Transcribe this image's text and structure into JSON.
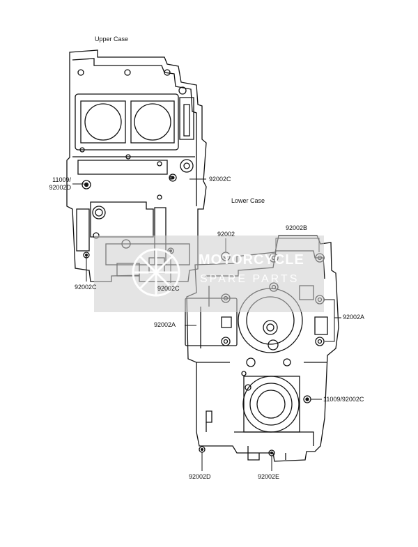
{
  "titles": {
    "upper_case": "Upper Case",
    "lower_case": "Lower Case"
  },
  "callouts": {
    "upper_left_dowel": "11009/\n92002D",
    "upper_right_top": "92002C",
    "upper_bottom_left": "92002C",
    "upper_bottom_right": "92002C",
    "lower_top_center": "92002",
    "lower_top_right": "92002B",
    "lower_left": "92002A",
    "lower_right": "92002A",
    "lower_right_low": "11009/92002C",
    "lower_bottom_left": "92002D",
    "lower_bottom_center": "92002E"
  },
  "watermark": {
    "line1": "MOTORCYCLE",
    "line2": "SPARE PARTS"
  }
}
